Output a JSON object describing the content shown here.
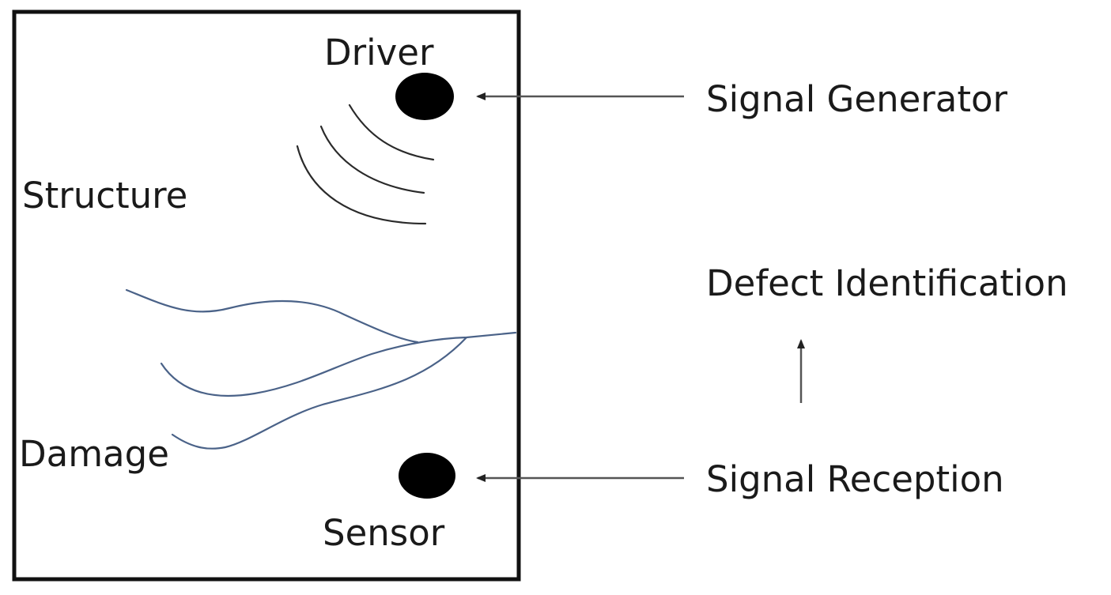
{
  "labels": {
    "driver": "Driver",
    "structure": "Structure",
    "damage": "Damage",
    "sensor": "Sensor",
    "signal_generator": "Signal Generator",
    "defect_identification": "Defect Identification",
    "signal_reception": "Signal Reception"
  },
  "colors": {
    "outline": "#111111",
    "crack": "#4a6288",
    "text": "#1a1a1a"
  }
}
